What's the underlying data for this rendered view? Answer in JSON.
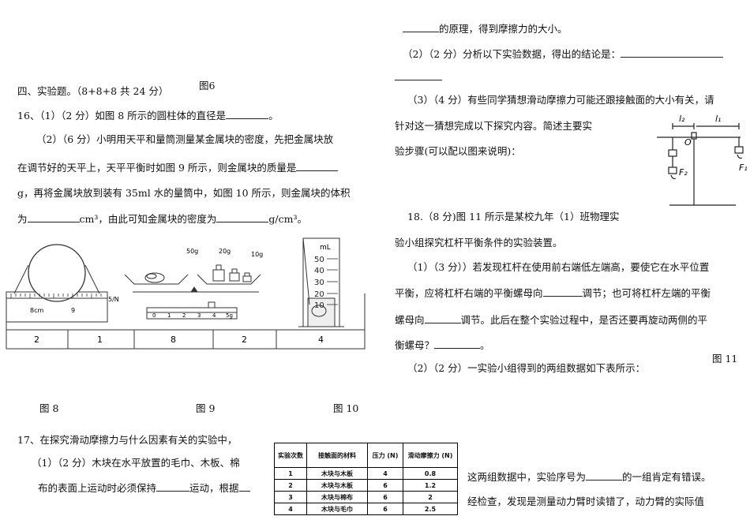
{
  "left": {
    "fig6": "图6",
    "section4": "四、实验题。（8+8+8 共 24 分）",
    "q16_1": "16、（1）（2 分）如图 8 所示的圆柱体的直径是",
    "q16_1_end": "。",
    "q16_2a": "（2）（6 分）小明用天平和量筒测量某金属块的密度，先把金属块放",
    "q16_2b": "在调节好的天平上，天平平衡时如图 9 所示，则金属块的质量是",
    "q16_2c": "g，再将金属块放到装有 35ml 水的量筒中，如图 10 所示，则金属块的体积",
    "q16_2d1": "为",
    "q16_2d2": "cm³，由此可知金属块的密度为",
    "q16_2d3": "g/cm³。",
    "fig8": "图 8",
    "fig9": "图 9",
    "fig10": "图 10",
    "q17": "17、在探究滑动摩擦力与什么因素有关的实验中，",
    "q17_1a": "（1）（2 分）木块在水平放置的毛巾、木板、棉",
    "q17_1b1": "布的表面上运动时必须保持",
    "q17_1b2": "运动，根据"
  },
  "ruler": {
    "cm_left": "8cm",
    "cm_right": "9",
    "label": "5/N"
  },
  "balance": {
    "w1": "50g",
    "w2": "20g",
    "w3": "10g",
    "scale": [
      "0",
      "1",
      "2",
      "3",
      "4",
      "5g"
    ]
  },
  "cylinder": {
    "unit": "mL",
    "marks": [
      "50",
      "40",
      "30",
      "20",
      "10"
    ]
  },
  "strip": [
    "2",
    "1",
    "8",
    "2",
    "4"
  ],
  "right": {
    "r1": "的原理，得到摩擦力的大小。",
    "r2": "（2）（2 分）分析以下实验数据，得出的结论是：",
    "r3a": "（3）（4 分）有些同学猜想滑动摩擦力可能还跟接触面的大小有关，请",
    "r3b": "针对这一猜想完成以下探究内容。简述主要实",
    "r3c": "验步骤(可以配以图来说明)：",
    "q18a": "18.（8 分)图 11 所示是某校九年（1）班物理实",
    "q18b": "验小组探究杠杆平衡条件的实验装置。",
    "q18_1a": "（1）（3 分））若发现杠杆在使用前右端低左端高，要使它在水平位置",
    "q18_1b1": "平衡，应将杠杆右端的平衡螺母向",
    "q18_1b2": "调节；也可将杠杆左端的平衡",
    "q18_1c1": "螺母向",
    "q18_1c2": "调节。此后在整个实验过程中，是否还要再旋动两侧的平",
    "q18_1d": "衡螺母？",
    "q18_1d_end": "。",
    "fig11": "图 11",
    "q18_2": "（2）（2 分）一实验小组得到的两组数据如下表所示：",
    "err1": "这两组数据中，实验序号为",
    "err2": "的一组肯定有错误。",
    "check": "经检查，发现是测量动力臂时读错了，动力臂的实际值"
  },
  "lever": {
    "l2": "l₂",
    "l1": "l₁",
    "O": "O",
    "F2": "F₂",
    "F1": "F₁"
  },
  "table": {
    "headers": [
      "实验次数",
      "接触面的材料",
      "压力 (N)",
      "滑动摩擦力 (N)"
    ],
    "rows": [
      [
        "1",
        "木块与木板",
        "4",
        "0.8"
      ],
      [
        "2",
        "木块与木板",
        "6",
        "1.2"
      ],
      [
        "3",
        "木块与棉布",
        "6",
        "2"
      ],
      [
        "4",
        "木块与毛巾",
        "6",
        "2.5"
      ]
    ]
  }
}
